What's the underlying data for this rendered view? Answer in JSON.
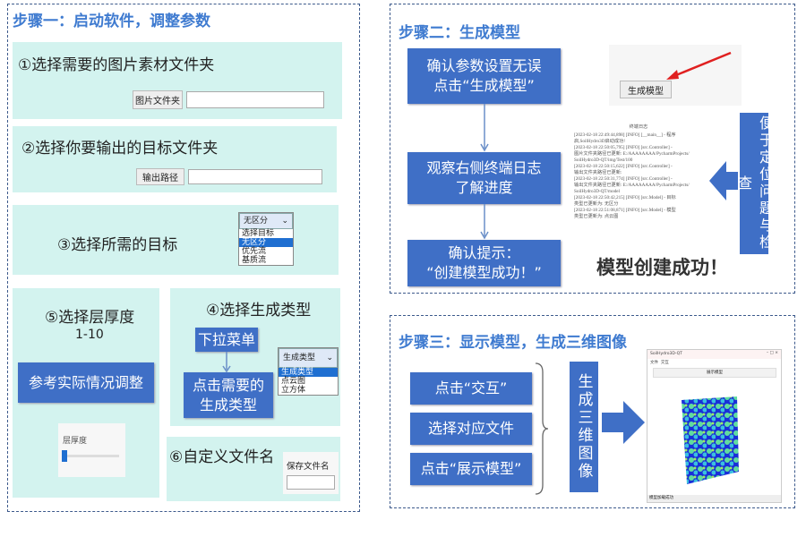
{
  "step1": {
    "title": "步骤一：启动软件，调整参数",
    "s1": {
      "label": "①选择需要的图片素材文件夹",
      "button": "图片文件夹"
    },
    "s2": {
      "label": "②选择你要输出的目标文件夹",
      "button": "输出路径"
    },
    "s3": {
      "label": "③选择所需的目标",
      "selected": "无区分",
      "options": [
        "选择目标",
        "无区分",
        "优先流",
        "基质流"
      ]
    },
    "s4": {
      "label": "④选择生成类型",
      "box1": "下拉菜单",
      "box2": "点击需要的\n生成类型",
      "selected": "生成类型",
      "options": [
        "生成类型",
        "点云图",
        "立方体"
      ]
    },
    "s5": {
      "label": "⑤选择层厚度",
      "range": "1-10",
      "button": "参考实际情况调整",
      "slider_label": "层厚度",
      "slider_value": 1
    },
    "s6": {
      "label": "⑥自定义文件名",
      "card_label": "保存文件名"
    }
  },
  "step2": {
    "title": "步骤二：生成模型",
    "box1": "确认参数设置无误\n点击“生成模型”",
    "box2": "观察右侧终端日志\n了解进度",
    "box3": "确认提示：\n“创建模型成功！”",
    "gen_button": "生成模型",
    "log_title": "终端日志",
    "log_lines": [
      "[2023-02-18 22:49:44,898] [INFO] [__main__] - 程序",
      "启,SoilHydro3D启动成功!",
      "[2023-02-18 22:50:05,795] [INFO] [src.Controller] -",
      "图片文件夹路径已更新: E:/AAAAAAAA/PycharmProjects/",
      "SoilHydro3D-QT/img/Test/100",
      "[2023-02-18 22:50:15,622] [INFO] [src.Controller] -",
      "输出文件夹路径已更新:",
      "[2023-02-18 22:50:31,774] [INFO] [src.Controller] -",
      "输出文件夹路径已更新: E:/AAAAAAAA/PycharmProjects/",
      "SoilHydro3D-QT/model",
      "[2023-02-18 22:50:42,215] [INFO] [src.Model] - 目标",
      "类型已更新为: 无区分",
      "[2023-02-18 22:51:08,871] [INFO] [src.Model] - 模型",
      "类型已更新为: 点云图"
    ],
    "side": "便于定位问题与检查",
    "success": "模型创建成功！"
  },
  "step3": {
    "title": "步骤三：显示模型，生成三维图像",
    "items": [
      "点击“交互”",
      "选择对应文件",
      "点击“展示模型”"
    ],
    "side": "生成三维图像",
    "window_title": "SoilHydro3D-QT",
    "window_menu": [
      "文件",
      "交互"
    ],
    "window_button": "展示模型",
    "window_status": "模型加载成功"
  },
  "colors": {
    "accent": "#3f6fc6",
    "title": "#3f7bd0",
    "panel_bg": "#d3f3ef"
  }
}
